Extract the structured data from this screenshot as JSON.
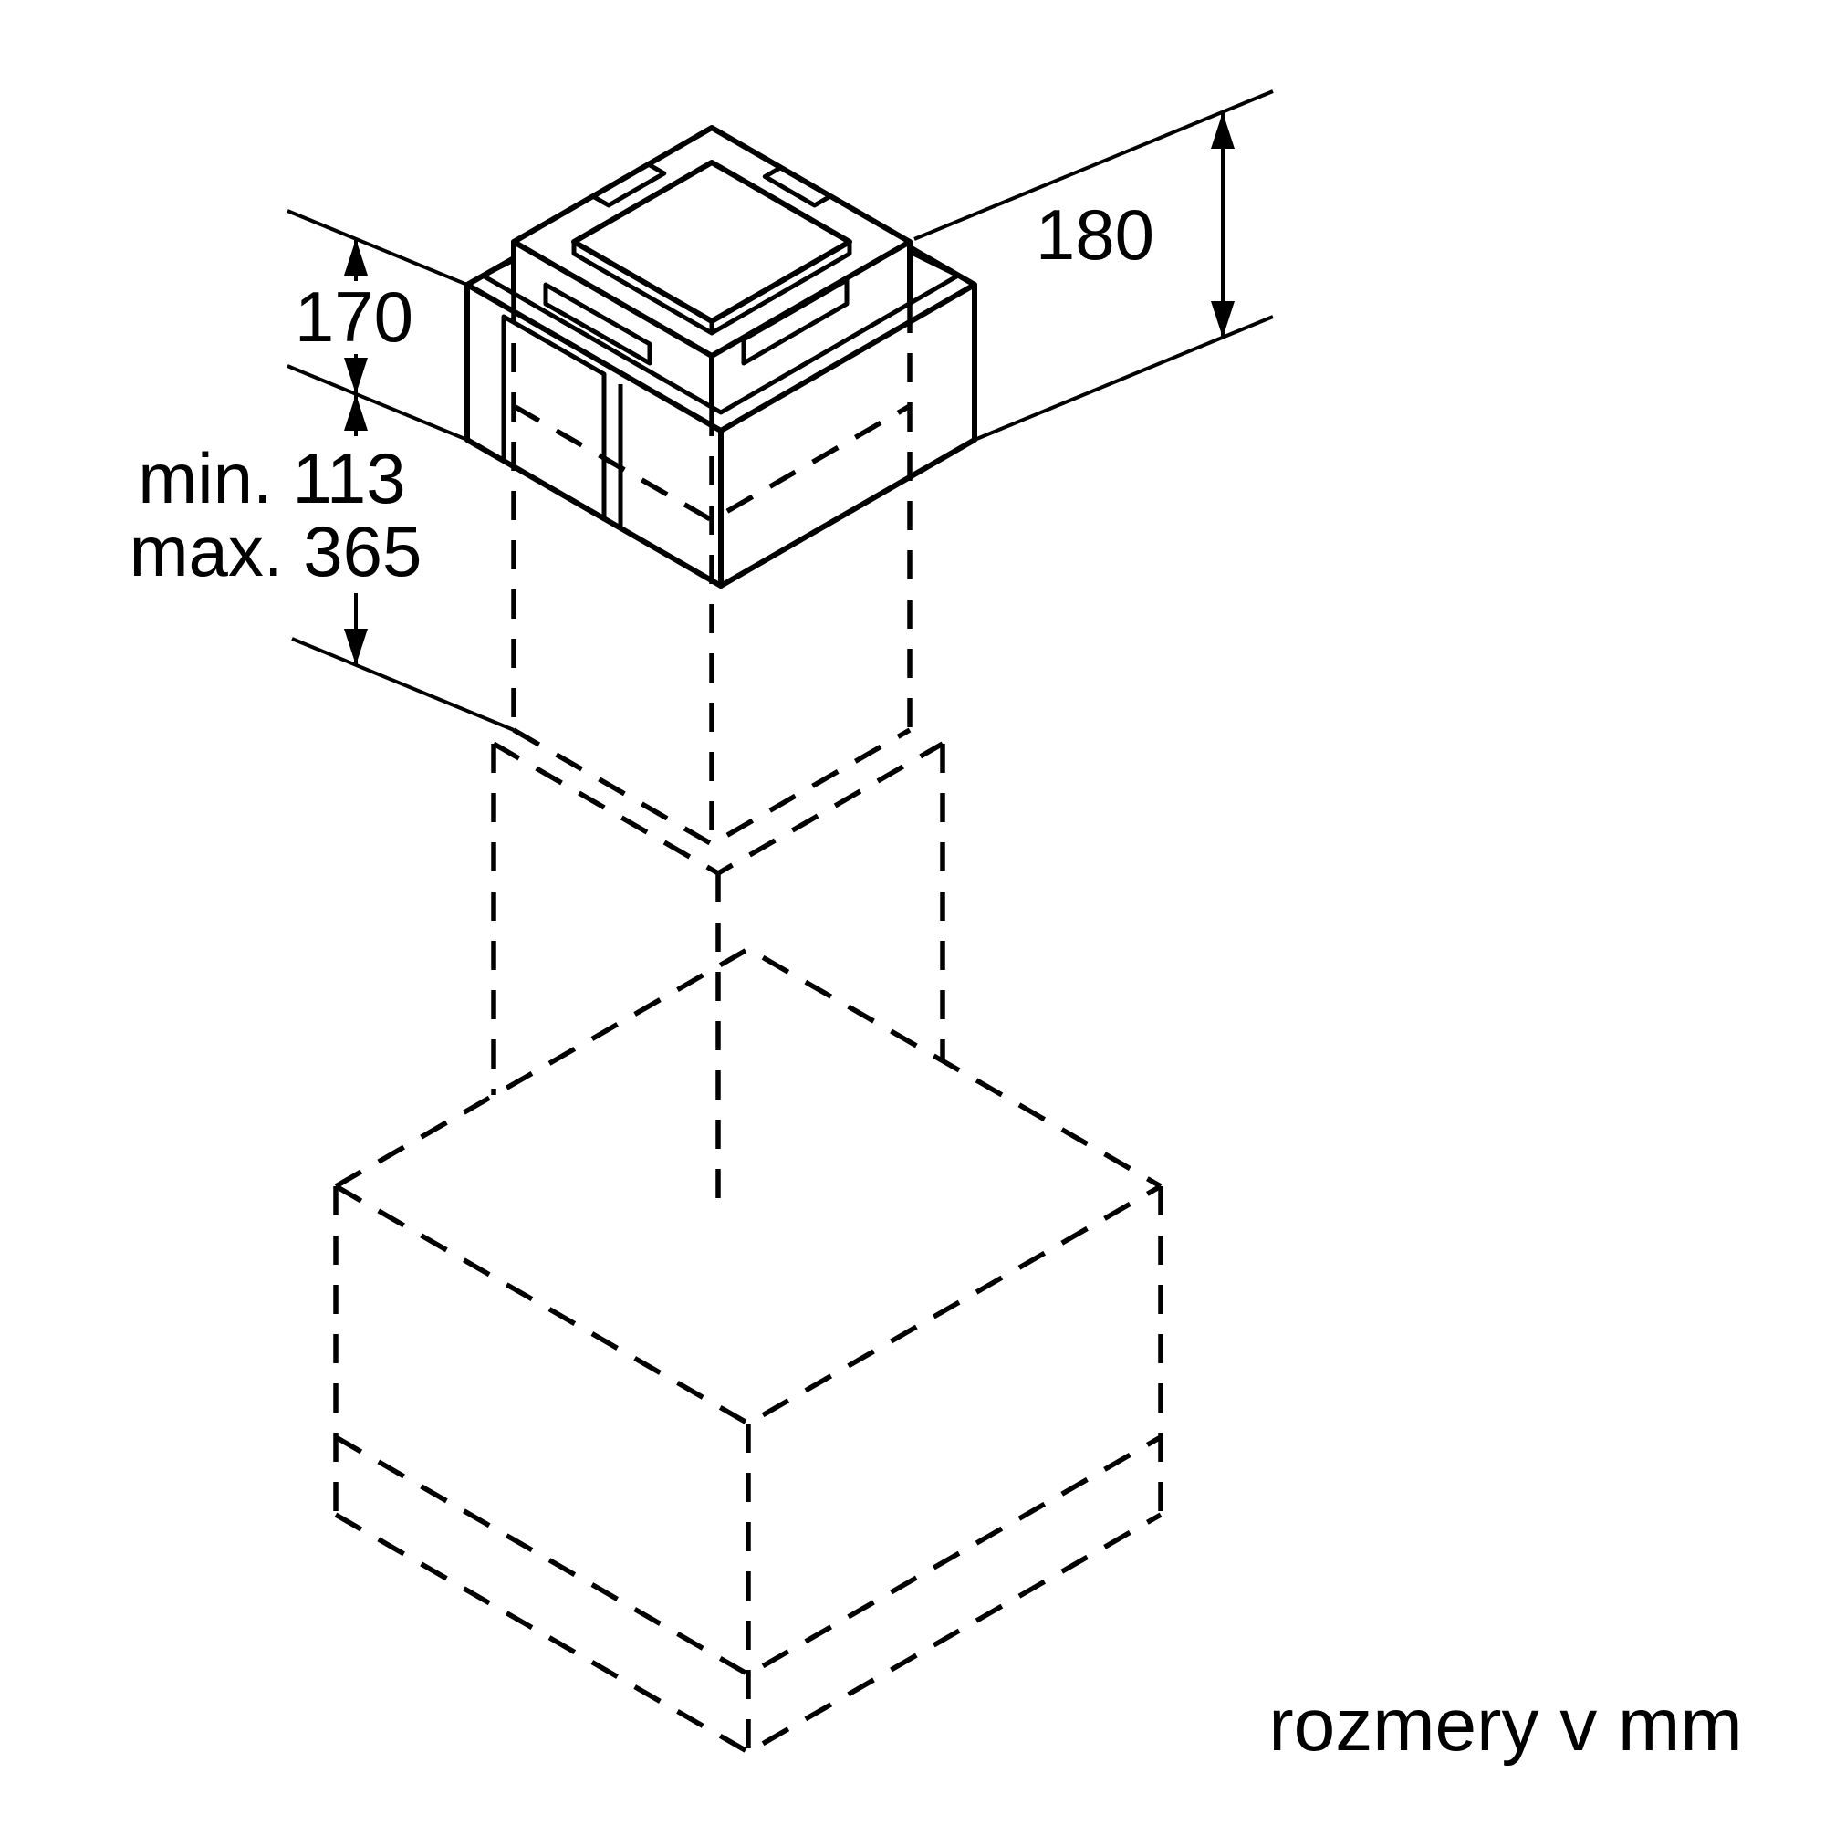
{
  "diagram": {
    "title": "chimney-extension-installation-drawing",
    "dimensions": {
      "upper_duct_height": "180",
      "sleeve_height": "170",
      "min_extension": "min. 113",
      "max_extension": "max. 365"
    },
    "caption": "rozmery v mm",
    "colors": {
      "line": "#000000",
      "background": "#ffffff"
    }
  }
}
